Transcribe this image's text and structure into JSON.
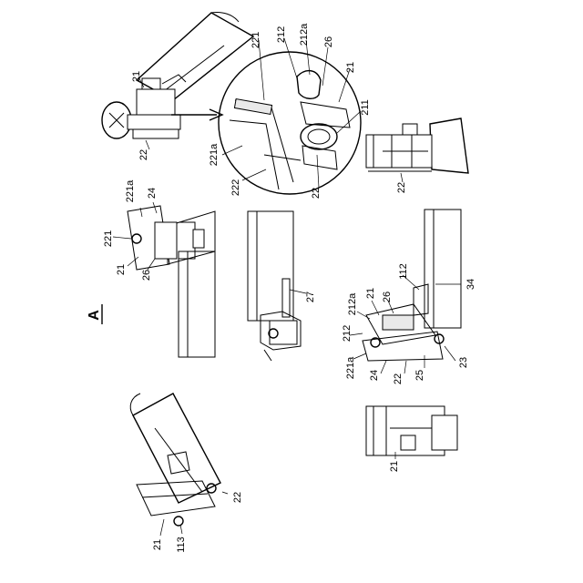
{
  "view_label": "A",
  "figure_tl": {
    "labels": [
      "21",
      "22"
    ]
  },
  "figure_detail": {
    "labels": [
      "221",
      "212",
      "212a",
      "26",
      "21",
      "211",
      "221a",
      "222",
      "22"
    ]
  },
  "figure_tr": {
    "labels": [
      "22"
    ]
  },
  "figure_ml": {
    "labels": [
      "221a",
      "24",
      "221",
      "21",
      "26"
    ]
  },
  "figure_mc": {
    "labels": [
      "27"
    ]
  },
  "figure_mr": {
    "labels": [
      "112",
      "34",
      "26",
      "21",
      "212a",
      "212",
      "221a",
      "24",
      "22",
      "25",
      "23"
    ]
  },
  "figure_bl": {
    "labels": [
      "22",
      "21",
      "113"
    ]
  },
  "figure_br": {
    "labels": [
      "21"
    ]
  }
}
